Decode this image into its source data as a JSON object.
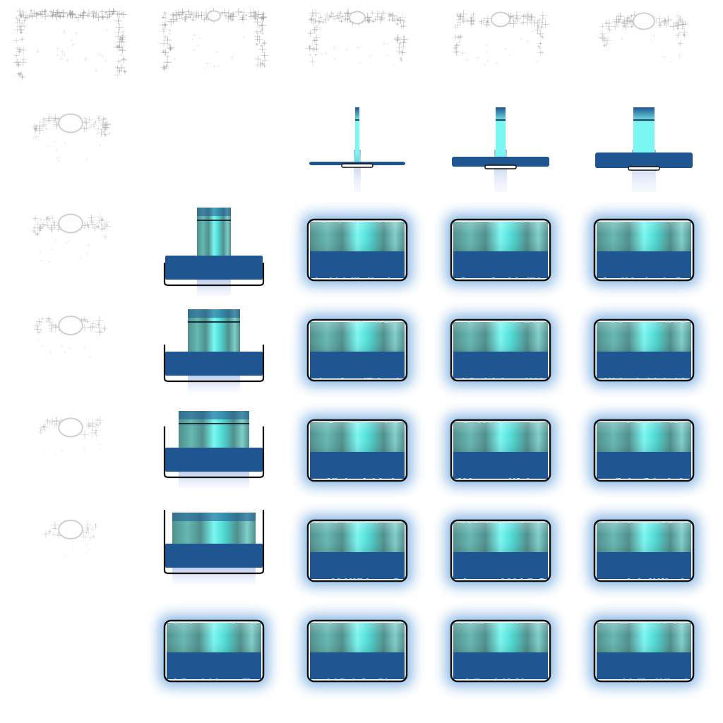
{
  "sprite_sheet": {
    "columns": 5,
    "rows": 7,
    "description_visible_text": "",
    "colors": {
      "background": "#ffffff",
      "particle_gray": "#9a9a9a",
      "particle_light": "#cfcfcf",
      "panel_blue": "#1f5590",
      "panel_blue_dark": "#17426f",
      "cyan_bright": "#7af7f2",
      "cyan_mid": "#4fd9d4",
      "teal_muted": "#4f8f8c",
      "frame_outline": "#111111",
      "glow_blue": "#2f7fd0"
    },
    "frames": [
      {
        "kind": "dust",
        "stage": 1
      },
      {
        "kind": "dust",
        "stage": 2
      },
      {
        "kind": "dust",
        "stage": 3
      },
      {
        "kind": "dust",
        "stage": 4
      },
      {
        "kind": "dust",
        "stage": 5
      },
      {
        "kind": "dust",
        "stage": 6
      },
      {
        "kind": "empty"
      },
      {
        "kind": "build",
        "stage": 1
      },
      {
        "kind": "build",
        "stage": 2
      },
      {
        "kind": "build",
        "stage": 3
      },
      {
        "kind": "dust",
        "stage": 6
      },
      {
        "kind": "build",
        "stage": 4
      },
      {
        "kind": "panel"
      },
      {
        "kind": "panel"
      },
      {
        "kind": "panel"
      },
      {
        "kind": "dust",
        "stage": 7
      },
      {
        "kind": "build",
        "stage": 5
      },
      {
        "kind": "panel"
      },
      {
        "kind": "panel"
      },
      {
        "kind": "panel"
      },
      {
        "kind": "dust",
        "stage": 8
      },
      {
        "kind": "build",
        "stage": 6
      },
      {
        "kind": "panel"
      },
      {
        "kind": "panel"
      },
      {
        "kind": "panel"
      },
      {
        "kind": "dust",
        "stage": 9
      },
      {
        "kind": "build",
        "stage": 7
      },
      {
        "kind": "panel"
      },
      {
        "kind": "panel"
      },
      {
        "kind": "panel"
      },
      {
        "kind": "empty"
      },
      {
        "kind": "panel"
      },
      {
        "kind": "panel"
      },
      {
        "kind": "panel"
      },
      {
        "kind": "panel"
      }
    ]
  }
}
